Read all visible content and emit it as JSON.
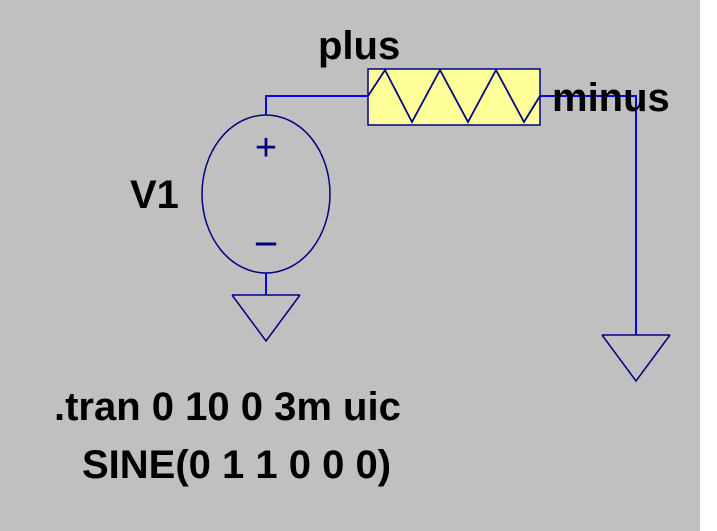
{
  "schematic": {
    "net_labels": {
      "plus": "plus",
      "minus": "minus"
    },
    "source": {
      "ref": "V1",
      "plus_sign": "+",
      "minus_sign": "−",
      "value": "SINE(0 1 1 0 0 0)"
    },
    "directive": ".tran 0 10 0 3m uic"
  },
  "colors": {
    "background": "#c0c0c0",
    "wire": "#0000ff",
    "component": "#000080",
    "resistor_fill": "#ffff99",
    "text": "#000000"
  },
  "icons": {
    "source": "voltage-source-icon",
    "resistor": "resistor-icon",
    "ground": "ground-icon"
  }
}
